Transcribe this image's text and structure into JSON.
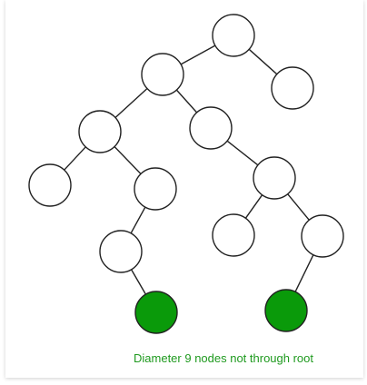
{
  "caption": "Diameter 9 nodes not through root",
  "colors": {
    "node_fill": "#ffffff",
    "highlight_fill": "#0a9a0a",
    "stroke": "#222222",
    "caption": "#1f9a1f"
  },
  "tree": {
    "nodes": [
      {
        "id": "root",
        "highlight": false
      },
      {
        "id": "l",
        "highlight": false
      },
      {
        "id": "r",
        "highlight": false
      },
      {
        "id": "ll",
        "highlight": false
      },
      {
        "id": "lr",
        "highlight": false
      },
      {
        "id": "lll",
        "highlight": false
      },
      {
        "id": "llr",
        "highlight": false
      },
      {
        "id": "lrr",
        "highlight": false
      },
      {
        "id": "llrl",
        "highlight": false
      },
      {
        "id": "lrrl",
        "highlight": false
      },
      {
        "id": "lrrr",
        "highlight": false
      },
      {
        "id": "llrll",
        "highlight": true
      },
      {
        "id": "lrrrl",
        "highlight": true
      }
    ],
    "edges": [
      [
        "root",
        "l"
      ],
      [
        "root",
        "r"
      ],
      [
        "l",
        "ll"
      ],
      [
        "l",
        "lr"
      ],
      [
        "ll",
        "lll"
      ],
      [
        "ll",
        "llr"
      ],
      [
        "lr",
        "lrr"
      ],
      [
        "llr",
        "llrl"
      ],
      [
        "lrr",
        "lrrl"
      ],
      [
        "lrr",
        "lrrr"
      ],
      [
        "llrl",
        "llrll"
      ],
      [
        "lrrr",
        "lrrrl"
      ]
    ]
  }
}
